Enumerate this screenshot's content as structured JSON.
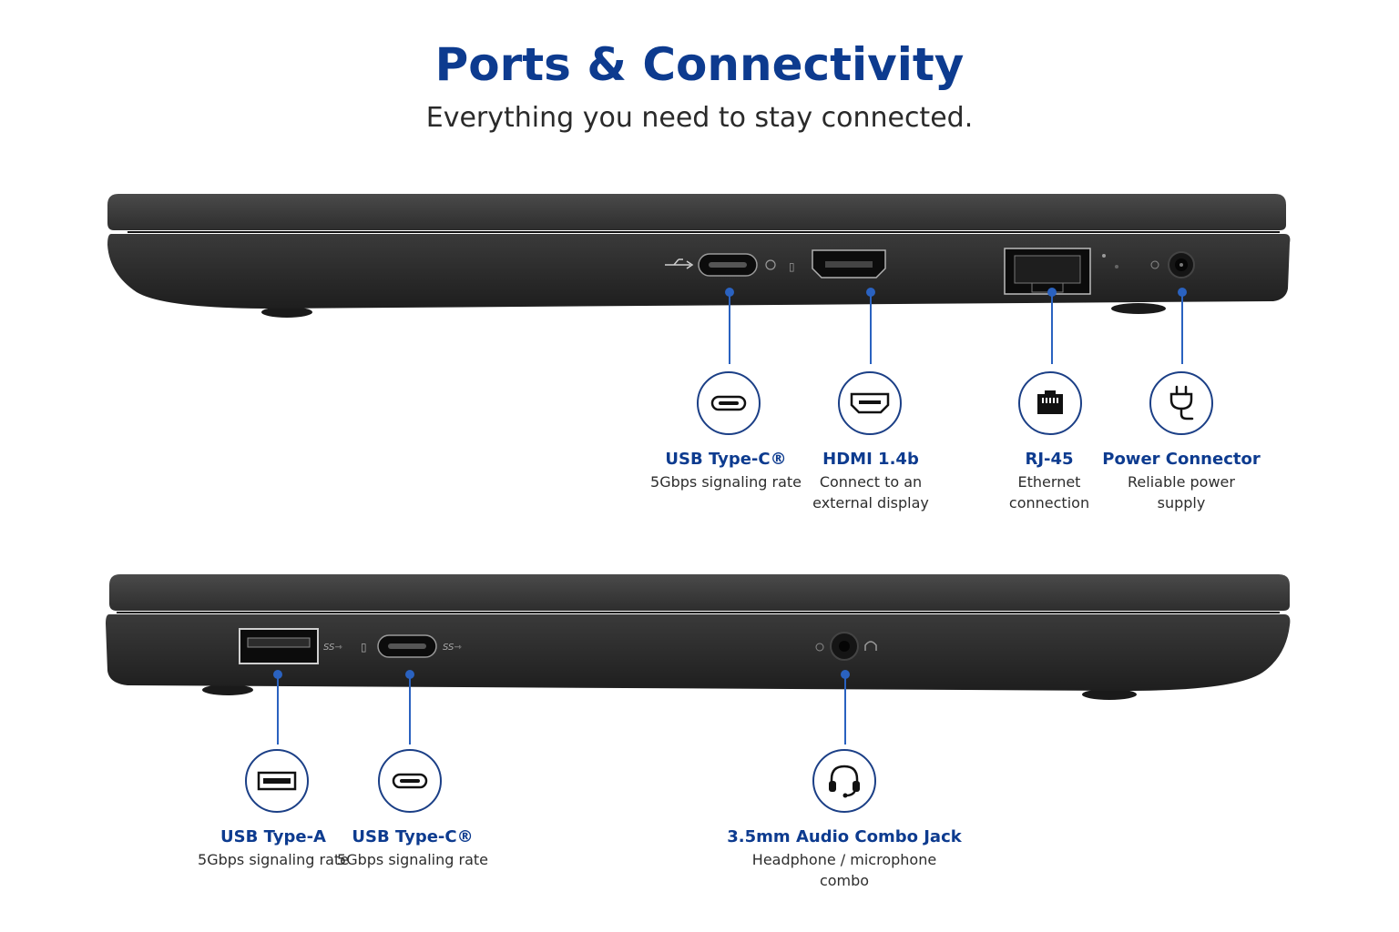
{
  "header": {
    "title": "Ports & Connectivity",
    "subtitle": "Everything you need to stay connected."
  },
  "top_ports": [
    {
      "name": "USB Type-C®",
      "desc": "5Gbps signaling rate",
      "icon": "usb-c-icon"
    },
    {
      "name": "HDMI 1.4b",
      "desc": "Connect to an external display",
      "icon": "hdmi-icon"
    },
    {
      "name": "RJ-45",
      "desc": "Ethernet connection",
      "icon": "ethernet-icon"
    },
    {
      "name": "Power Connector",
      "desc": "Reliable power supply",
      "icon": "power-plug-icon"
    }
  ],
  "bottom_ports": [
    {
      "name": "USB Type-A",
      "desc": "5Gbps signaling rate",
      "icon": "usb-a-icon"
    },
    {
      "name": "USB Type-C®",
      "desc": "5Gbps signaling rate",
      "icon": "usb-c-icon"
    },
    {
      "name": "3.5mm Audio Combo Jack",
      "desc": "Headphone / microphone combo",
      "icon": "headset-icon"
    }
  ],
  "colors": {
    "title": "#0d3b8f",
    "accent_line": "#2a62c0",
    "laptop_body": "#2b2b2b"
  }
}
